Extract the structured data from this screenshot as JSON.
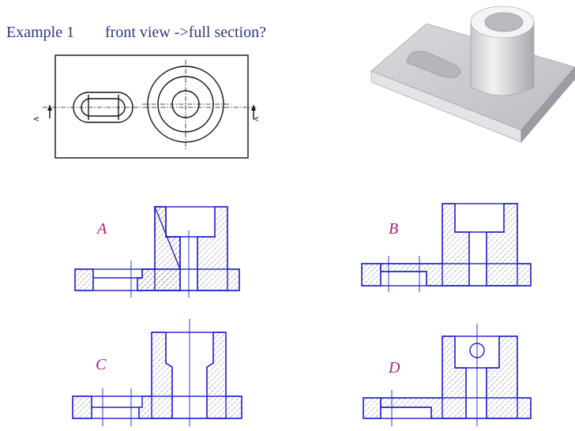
{
  "header": {
    "example_label": "Example 1",
    "question": "front view ->full section?"
  },
  "options": [
    {
      "id": "A",
      "label": "A"
    },
    {
      "id": "B",
      "label": "B"
    },
    {
      "id": "C",
      "label": "C"
    },
    {
      "id": "D",
      "label": "D"
    }
  ],
  "top_view": {
    "section_mark_left": "A",
    "section_mark_right": "A"
  },
  "colors": {
    "title": "#2b3a7a",
    "option_label": "#b0207a",
    "section_lines": "#2020c8",
    "hatch": "#3a3a3a"
  }
}
